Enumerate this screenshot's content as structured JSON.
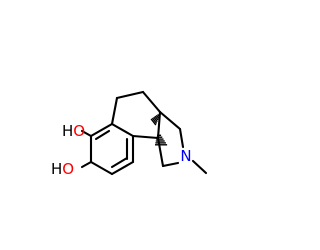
{
  "molecule": {
    "atoms": {
      "hydroxyl_top": "HO",
      "hydroxyl_bottom": "HO",
      "nitrogen": "N"
    },
    "colors": {
      "bond": "#000000",
      "oxygen": "#ff0000",
      "hydrogen": "#000000",
      "nitrogen": "#0000ff"
    },
    "stereo_bonds": [
      "hashed-wedge",
      "hashed-wedge"
    ]
  }
}
